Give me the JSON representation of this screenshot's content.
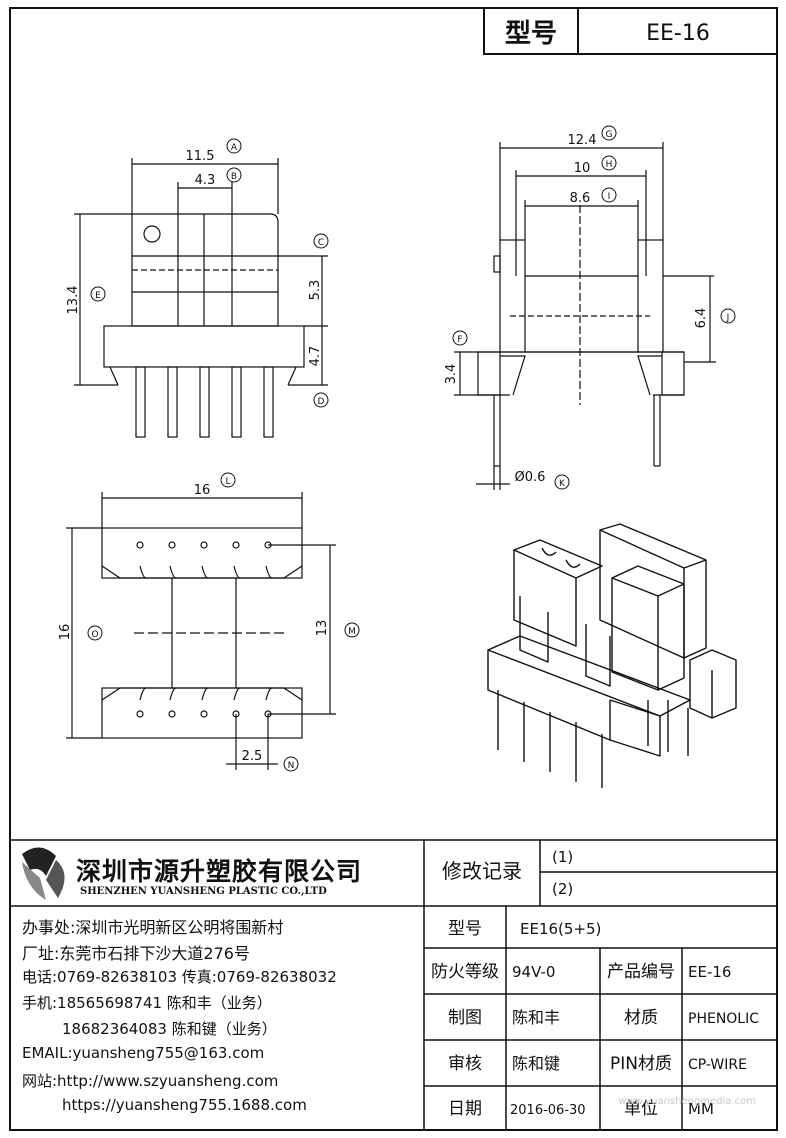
{
  "model_label": "型号",
  "model_value": "EE-16",
  "dims": {
    "a": "11.5",
    "a_tag": "A",
    "b": "4.3",
    "b_tag": "B",
    "c": "5.3",
    "c_tag": "C",
    "d": "4.7",
    "d_tag": "D",
    "e": "13.4",
    "e_tag": "E",
    "f": "3.4",
    "f_tag": "F",
    "g": "12.4",
    "g_tag": "G",
    "h": "10",
    "h_tag": "H",
    "i": "8.6",
    "i_tag": "I",
    "j": "6.4",
    "j_tag": "J",
    "k": "Ø0.6",
    "k_tag": "K",
    "l": "16",
    "l_tag": "L",
    "m": "13",
    "m_tag": "M",
    "n": "2.5",
    "n_tag": "N",
    "o": "16",
    "o_tag": "O"
  },
  "company": {
    "name_cn": "深圳市源升塑胶有限公司",
    "name_en": "SHENZHEN YUANSHENG PLASTIC CO.,LTD",
    "office": "办事处:深圳市光明新区公明将围新村",
    "factory": "厂址:东莞市石排下沙大道276号",
    "phone": "电话:0769-82638103 传真:0769-82638032",
    "mobile1": "手机:18565698741 陈和丰（业务）",
    "mobile2": "18682364083 陈和键（业务）",
    "email": "EMAIL:yuansheng755@163.com",
    "web1": "网站:http://www.szyuansheng.com",
    "web2": "https://yuansheng755.1688.com"
  },
  "table": {
    "rev_label": "修改记录",
    "rev1": "(1)",
    "rev2": "(2)",
    "model_label": "型号",
    "model_value": "EE16(5+5)",
    "fire_label": "防火等级",
    "fire_value": "94V-0",
    "prod_label": "产品编号",
    "prod_value": "EE-16",
    "draw_label": "制图",
    "draw_value": "陈和丰",
    "mat_label": "材质",
    "mat_value": "PHENOLIC",
    "check_label": "审核",
    "check_value": "陈和键",
    "pin_label": "PIN材质",
    "pin_value": "CP-WIRE",
    "date_label": "日期",
    "date_value": "2016-06-30",
    "unit_label": "单位",
    "unit_value": "MM"
  },
  "watermark": "www.yuanshengmedia.com"
}
